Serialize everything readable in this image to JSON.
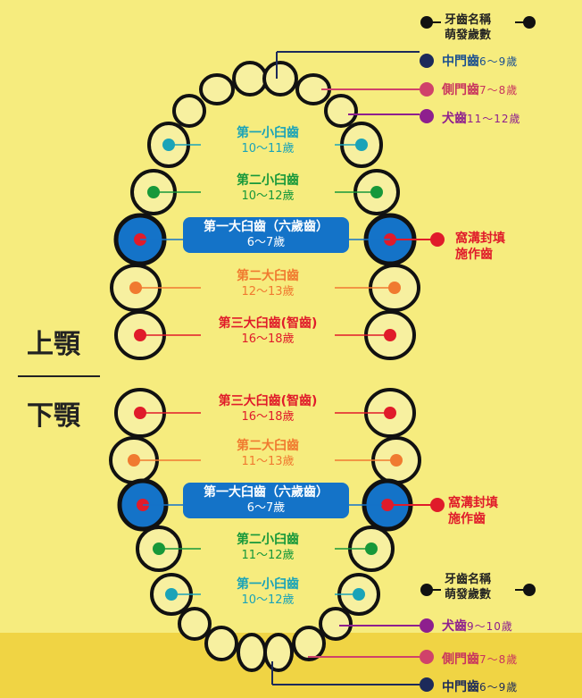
{
  "legend": {
    "line1": "牙齒名稱",
    "line2": "萌發歲數"
  },
  "jaw": {
    "upper": "上顎",
    "lower": "下顎"
  },
  "sealant": {
    "line1": "窩溝封填",
    "line2": "施作齒"
  },
  "colors": {
    "central": "#1c2a5a",
    "lateral": "#d0426a",
    "canine": "#8e1f8e",
    "pm1": "#1aa3b8",
    "pm2": "#17983a",
    "m1": "#1473c8",
    "m2": "#f07a30",
    "m3": "#e01b2a"
  },
  "upper": {
    "central": {
      "name": "中門齒",
      "age": "6～9歲"
    },
    "lateral": {
      "name": "側門齒",
      "age": "7～8歲"
    },
    "canine": {
      "name": "犬齒",
      "age": "11～12歲"
    },
    "pm1": {
      "name": "第一小臼齒",
      "age": "10～11歲"
    },
    "pm2": {
      "name": "第二小臼齒",
      "age": "10～12歲"
    },
    "m1": {
      "name": "第一大臼齒（六歲齒）",
      "age": "6～7歲"
    },
    "m2": {
      "name": "第二大臼齒",
      "age": "12～13歲"
    },
    "m3": {
      "name": "第三大臼齒(智齒)",
      "age": "16～18歲"
    }
  },
  "lower": {
    "m3": {
      "name": "第三大臼齒(智齒)",
      "age": "16～18歲"
    },
    "m2": {
      "name": "第二大臼齒",
      "age": "11～13歲"
    },
    "m1": {
      "name": "第一大臼齒（六歲齒）",
      "age": "6～7歲"
    },
    "pm2": {
      "name": "第二小臼齒",
      "age": "11～12歲"
    },
    "pm1": {
      "name": "第一小臼齒",
      "age": "10～12歲"
    },
    "canine": {
      "name": "犬齒",
      "age": "9～10歲"
    },
    "lateral": {
      "name": "側門齒",
      "age": "7～8歲"
    },
    "central": {
      "name": "中門齒",
      "age": "6～9歲"
    }
  }
}
